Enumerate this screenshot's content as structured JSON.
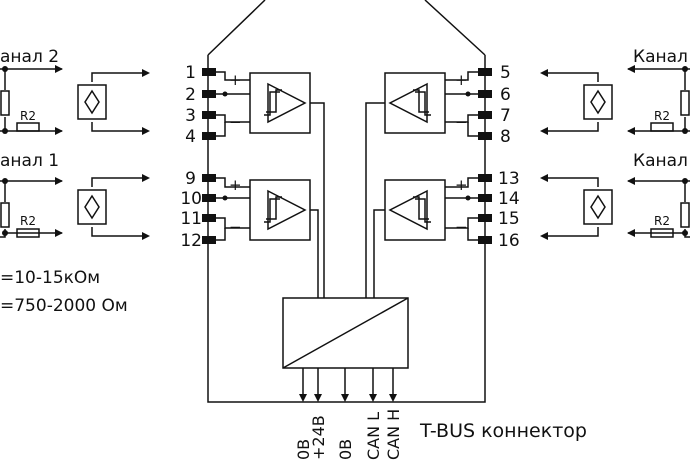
{
  "channels": {
    "left_top": "анал 2",
    "left_bottom": "анал 1",
    "right_top": "Канал",
    "right_bottom": "Канал"
  },
  "pins_left": [
    "1",
    "2",
    "3",
    "4",
    "9",
    "10",
    "11",
    "12"
  ],
  "pins_right": [
    "5",
    "6",
    "7",
    "8",
    "13",
    "14",
    "15",
    "16"
  ],
  "resistor_label": "R2",
  "plus_sign": "+",
  "minus_sign": "−",
  "notes": {
    "r1": "=10-15кОм",
    "r2": "=750-2000 Ом"
  },
  "bus_labels": [
    "0В",
    "+24В",
    "0В",
    "CAN L",
    "CAN H"
  ],
  "connector_label": "T-BUS коннектор"
}
